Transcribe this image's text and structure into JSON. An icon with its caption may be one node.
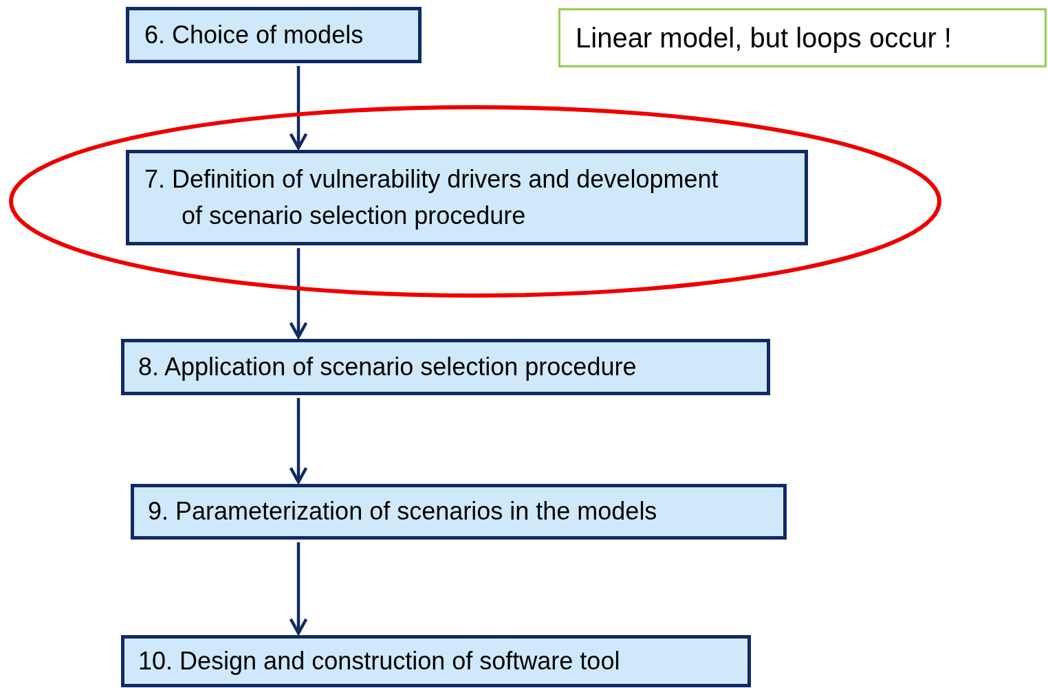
{
  "diagram": {
    "nodes": [
      {
        "text": [
          "6. Choice of models"
        ]
      },
      {
        "text": [
          "7. Definition of vulnerability drivers and development of scenario selection procedure"
        ]
      },
      {
        "text": [
          "8. Application of scenario selection procedure"
        ]
      },
      {
        "text": [
          "9. Parameterization of scenarios in the models"
        ]
      },
      {
        "text": [
          "10. Design and construction of software tool"
        ]
      },
      {
        "text": [
          "Linear model, but loops occur !"
        ]
      }
    ],
    "edges": [
      {
        "from": 0,
        "to": 1,
        "arrow": "to"
      },
      {
        "from": 1,
        "to": 2,
        "arrow": "to"
      },
      {
        "from": 2,
        "to": 3,
        "arrow": "to"
      },
      {
        "from": 3,
        "to": 4,
        "arrow": "to"
      }
    ]
  }
}
